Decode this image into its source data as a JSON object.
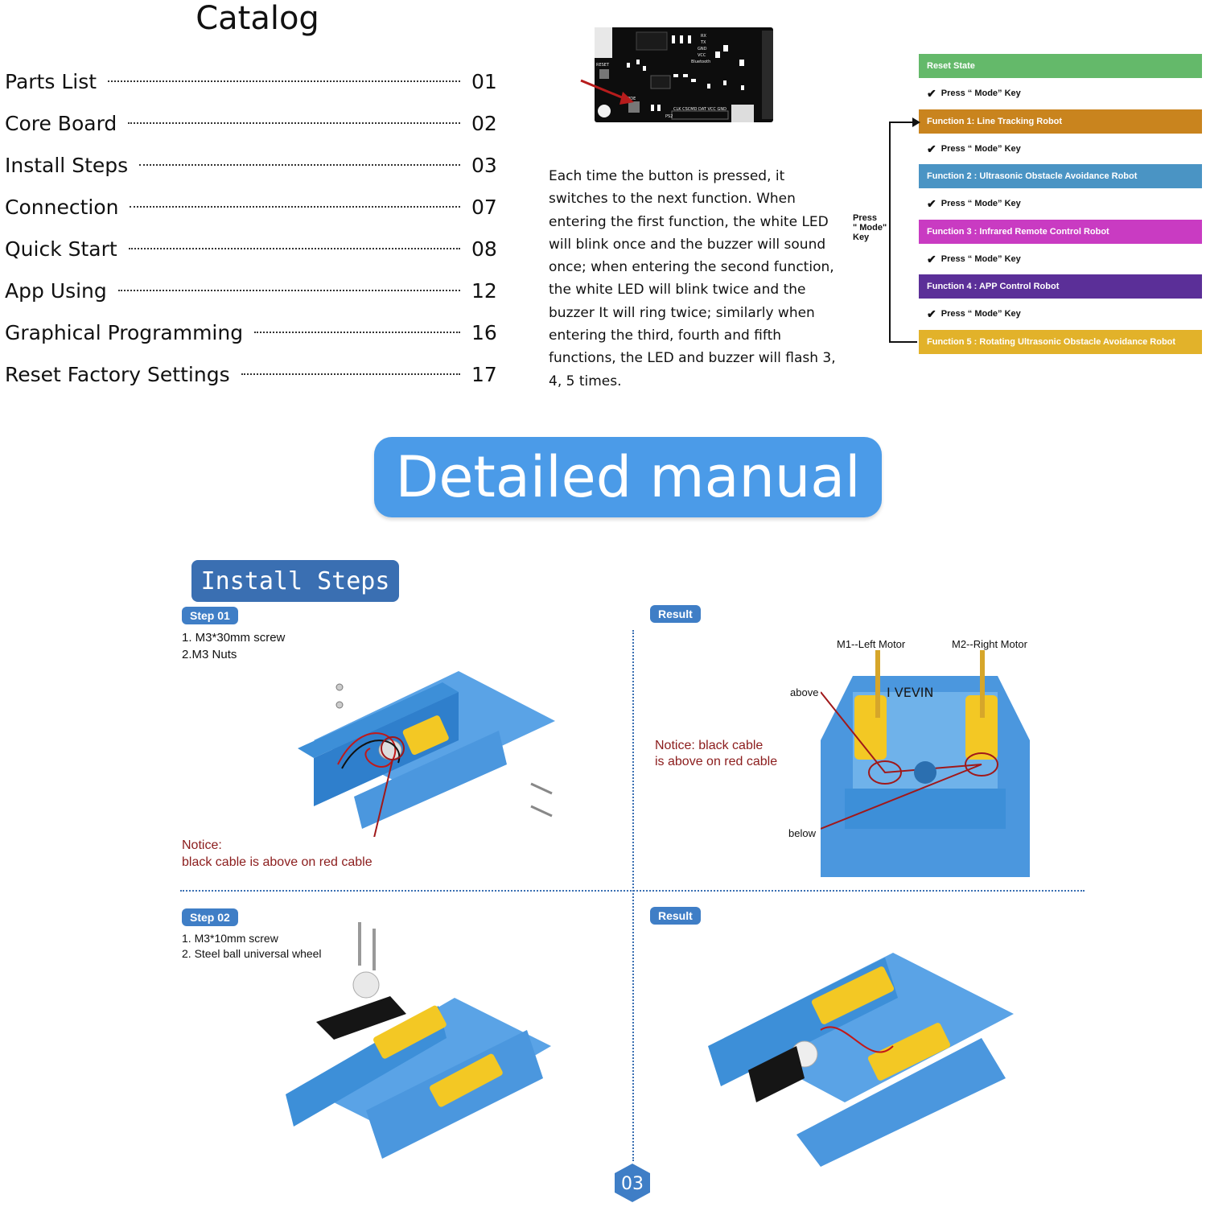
{
  "catalog": {
    "title": "Catalog",
    "items": [
      {
        "label": "Parts List",
        "page": "01"
      },
      {
        "label": "Core Board",
        "page": "02"
      },
      {
        "label": "Install Steps",
        "page": "03"
      },
      {
        "label": "Connection",
        "page": "07"
      },
      {
        "label": "Quick Start",
        "page": "08"
      },
      {
        "label": "App Using",
        "page": "12"
      },
      {
        "label": "Graphical Programming",
        "page": "16"
      },
      {
        "label": "Reset Factory Settings",
        "page": "17"
      }
    ]
  },
  "board": {
    "labels": [
      "RESET",
      "MODE",
      "RX",
      "TX",
      "GND",
      "VCC",
      "Bluetooth",
      "PS2",
      "CLK CSCMD DAT VCC GND"
    ]
  },
  "description": "Each time the button is pressed, it switches to the next function. When entering the first function, the white LED will blink once and the buzzer will sound once; when entering the second function, the white LED will blink twice and the buzzer It will ring twice; similarly when entering the third, fourth and fifth functions, the LED and buzzer will flash 3, 4, 5 times.",
  "flow": {
    "side_label": "Press \" Mode\" Key",
    "press_label": "Press “ Mode” Key",
    "states": [
      {
        "label": "Reset State",
        "color": "#64b96a"
      },
      {
        "label": "Function 1: Line Tracking Robot",
        "color": "#c9841e"
      },
      {
        "label": "Function 2 : Ultrasonic Obstacle Avoidance Robot",
        "color": "#4a94c4"
      },
      {
        "label": "Function 3 : Infrared Remote Control Robot",
        "color": "#c93bc2"
      },
      {
        "label": "Function 4 : APP Control Robot",
        "color": "#5b2f98"
      },
      {
        "label": "Function 5 : Rotating Ultrasonic Obstacle Avoidance Robot",
        "color": "#e2b22a"
      }
    ]
  },
  "banner": "Detailed manual",
  "install_title": "Install Steps",
  "step1": {
    "badge": "Step 01",
    "lines": [
      "1. M3*30mm screw",
      "2.M3 Nuts"
    ],
    "notice_title": "Notice:",
    "notice_text": "black cable is above on red cable"
  },
  "result1": {
    "badge": "Result",
    "m1": "M1--Left Motor",
    "m2": "M2--Right Motor",
    "above": "above",
    "below": "below",
    "notice_line1": "Notice: black cable",
    "notice_line2": "is above on red cable",
    "chassis_text": "I VEVIN"
  },
  "step2": {
    "badge": "Step 02",
    "lines": [
      "1. M3*10mm screw",
      "2. Steel ball universal wheel"
    ]
  },
  "result2": {
    "badge": "Result"
  },
  "page_number": "03",
  "colors": {
    "accent": "#4b9be8",
    "pill": "#3f7ec6",
    "notice": "#8b1c1c",
    "chassis": "#3d8fd8"
  }
}
